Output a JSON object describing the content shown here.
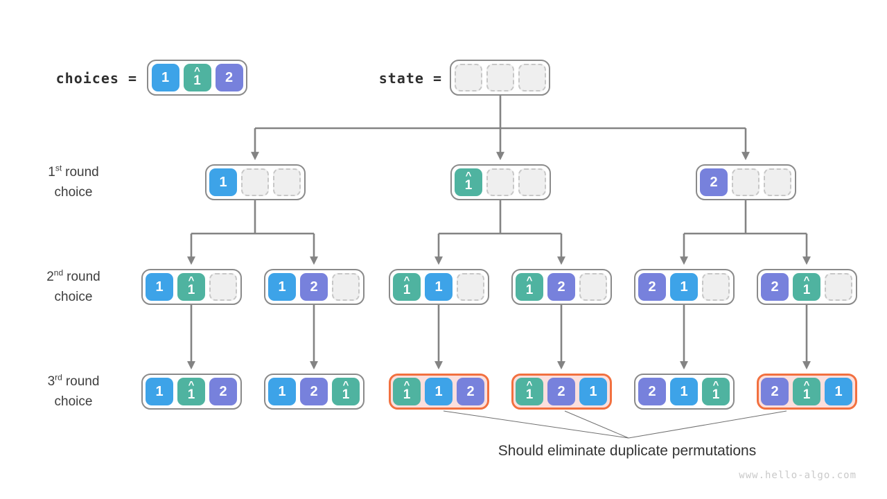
{
  "title_row": {
    "choices_label": "choices =",
    "state_label": "state ="
  },
  "choices_node": {
    "cells": [
      {
        "value": "1"
      },
      {
        "value": "1",
        "hat": true
      },
      {
        "value": "2"
      }
    ]
  },
  "state_node": {
    "cells": [
      {
        "value": ""
      },
      {
        "value": ""
      },
      {
        "value": ""
      }
    ]
  },
  "row_labels": [
    {
      "ordinal": "1",
      "sup": "st",
      "rest": "round",
      "line2": "choice"
    },
    {
      "ordinal": "2",
      "sup": "nd",
      "rest": "round",
      "line2": "choice"
    },
    {
      "ordinal": "3",
      "sup": "rd",
      "rest": "round",
      "line2": "choice"
    }
  ],
  "tree": {
    "level1": [
      {
        "cells": [
          {
            "value": "1"
          },
          {
            "value": ""
          },
          {
            "value": ""
          }
        ]
      },
      {
        "cells": [
          {
            "value": "1",
            "hat": true
          },
          {
            "value": ""
          },
          {
            "value": ""
          }
        ]
      },
      {
        "cells": [
          {
            "value": "2"
          },
          {
            "value": ""
          },
          {
            "value": ""
          }
        ]
      }
    ],
    "level2": [
      {
        "cells": [
          {
            "value": "1"
          },
          {
            "value": "1",
            "hat": true
          },
          {
            "value": ""
          }
        ]
      },
      {
        "cells": [
          {
            "value": "1"
          },
          {
            "value": "2"
          },
          {
            "value": ""
          }
        ]
      },
      {
        "cells": [
          {
            "value": "1",
            "hat": true
          },
          {
            "value": "1"
          },
          {
            "value": ""
          }
        ]
      },
      {
        "cells": [
          {
            "value": "1",
            "hat": true
          },
          {
            "value": "2"
          },
          {
            "value": ""
          }
        ]
      },
      {
        "cells": [
          {
            "value": "2"
          },
          {
            "value": "1"
          },
          {
            "value": ""
          }
        ]
      },
      {
        "cells": [
          {
            "value": "2"
          },
          {
            "value": "1",
            "hat": true
          },
          {
            "value": ""
          }
        ]
      }
    ],
    "level3": [
      {
        "cells": [
          {
            "value": "1"
          },
          {
            "value": "1",
            "hat": true
          },
          {
            "value": "2"
          }
        ],
        "highlight": false
      },
      {
        "cells": [
          {
            "value": "1"
          },
          {
            "value": "2"
          },
          {
            "value": "1",
            "hat": true
          }
        ],
        "highlight": false
      },
      {
        "cells": [
          {
            "value": "1",
            "hat": true
          },
          {
            "value": "1"
          },
          {
            "value": "2"
          }
        ],
        "highlight": true
      },
      {
        "cells": [
          {
            "value": "1",
            "hat": true
          },
          {
            "value": "2"
          },
          {
            "value": "1"
          }
        ],
        "highlight": true
      },
      {
        "cells": [
          {
            "value": "2"
          },
          {
            "value": "1"
          },
          {
            "value": "1",
            "hat": true
          }
        ],
        "highlight": false
      },
      {
        "cells": [
          {
            "value": "2"
          },
          {
            "value": "1",
            "hat": true
          },
          {
            "value": "1"
          }
        ],
        "highlight": true
      }
    ]
  },
  "annotation": "Should eliminate duplicate permutations",
  "watermark": "www.hello-algo.com",
  "colors": {
    "blue": "#3da3e8",
    "green": "#4fb3a0",
    "purple": "#7781dc",
    "line": "#838383",
    "orange": "#f2703f",
    "orangeBg": "#fbdfdd"
  }
}
